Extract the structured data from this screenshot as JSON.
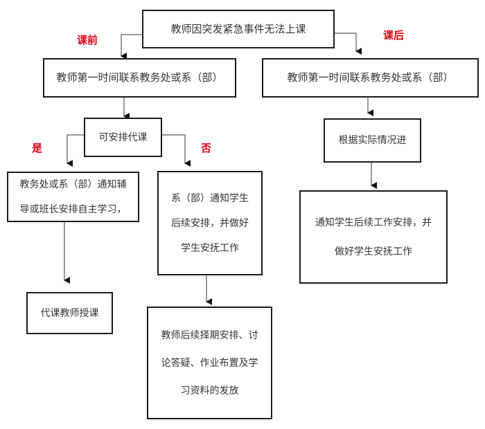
{
  "flowchart": {
    "start": {
      "text": "教师因突发紧急事件无法上课"
    },
    "branch_labels": {
      "before_class": "课前",
      "after_class": "课后",
      "yes": "是",
      "no": "否"
    },
    "before_class": {
      "contact": {
        "text": "教师第一时间联系教务处或系（部）"
      },
      "decision": {
        "text": "可安排代课"
      },
      "yes_step": {
        "lines": [
          "教务处或系（部）通知辅",
          "导或班长安排自主学习，"
        ]
      },
      "yes_result": {
        "text": "代课教师授课"
      },
      "no_step": {
        "lines": [
          "系（部）通知学生",
          "后续安排，并做好",
          "学生安抚工作"
        ]
      },
      "no_result": {
        "lines": [
          "教师后续择期安排、讨",
          "论答疑、作业布置及学",
          "习资料的发放"
        ]
      }
    },
    "after_class": {
      "contact": {
        "text": "教师第一时间联系教务处或系（部）"
      },
      "assess": {
        "text": "根据实际情况进"
      },
      "notify": {
        "lines": [
          "通知学生后续工作安排，并",
          "做好学生安抚工作"
        ]
      }
    }
  },
  "colors": {
    "branch_label": "#e60012",
    "box_border": "#1a1a1a",
    "text": "#333333",
    "connector": "#333333"
  }
}
